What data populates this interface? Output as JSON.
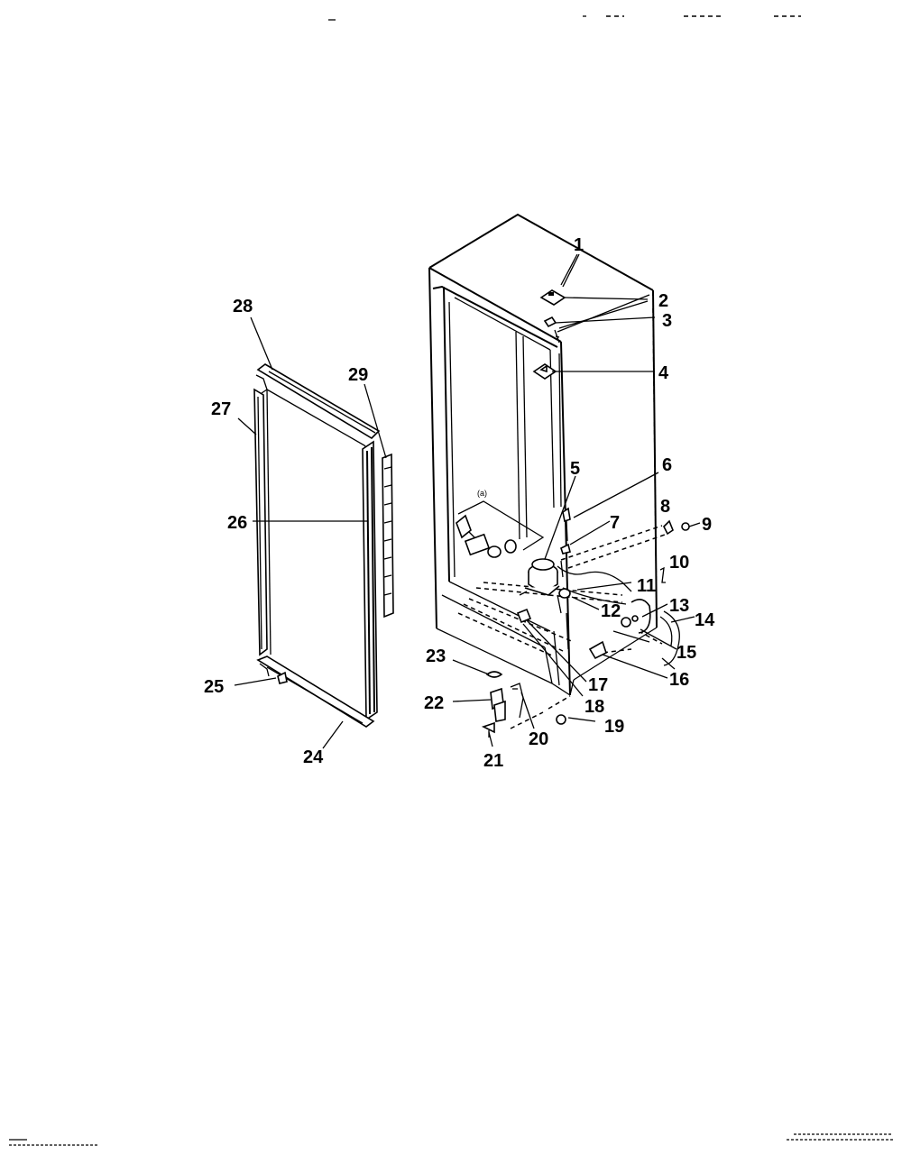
{
  "callouts": [
    {
      "n": "1"
    },
    {
      "n": "2"
    },
    {
      "n": "3"
    },
    {
      "n": "4"
    },
    {
      "n": "5"
    },
    {
      "n": "6"
    },
    {
      "n": "7"
    },
    {
      "n": "8"
    },
    {
      "n": "9"
    },
    {
      "n": "10"
    },
    {
      "n": "11"
    },
    {
      "n": "12"
    },
    {
      "n": "13"
    },
    {
      "n": "14"
    },
    {
      "n": "15"
    },
    {
      "n": "16"
    },
    {
      "n": "17"
    },
    {
      "n": "18"
    },
    {
      "n": "19"
    },
    {
      "n": "20"
    },
    {
      "n": "21"
    },
    {
      "n": "22"
    },
    {
      "n": "23"
    },
    {
      "n": "24"
    },
    {
      "n": "25"
    },
    {
      "n": "26"
    },
    {
      "n": "27"
    },
    {
      "n": "28"
    },
    {
      "n": "29"
    }
  ],
  "inline_marker": "(a)"
}
